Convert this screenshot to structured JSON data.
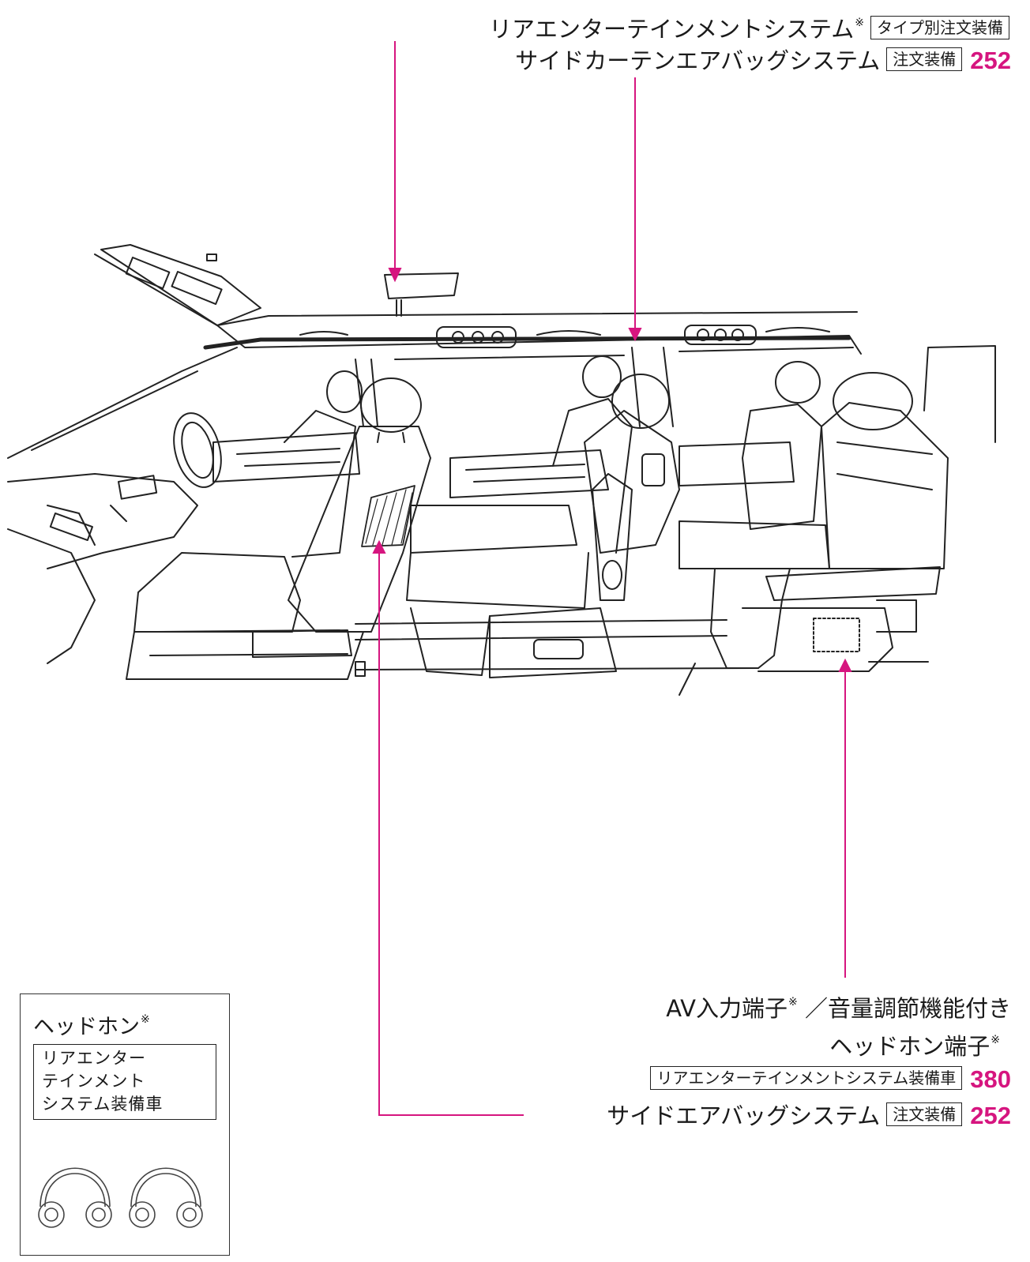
{
  "colors": {
    "accent": "#d6157f",
    "line": "#222222",
    "leader": "#d6157f"
  },
  "callouts": {
    "rear_entertainment": {
      "text": "リアエンターテインメントシステム",
      "mark": "※",
      "badge": "タイプ別注文装備"
    },
    "side_curtain_airbag": {
      "text": "サイドカーテンエアバッグシステム",
      "badge": "注文装備",
      "page": "252"
    },
    "av_input": {
      "line1": "AV入力端子",
      "mark1": "※",
      "line1b": "／音量調節機能付き",
      "line2": "ヘッドホン端子",
      "mark2": "※",
      "badge": "リアエンターテインメントシステム装備車",
      "page": "380"
    },
    "side_airbag": {
      "text": "サイドエアバッグシステム",
      "badge": "注文装備",
      "page": "252"
    }
  },
  "headphones": {
    "title": "ヘッドホン",
    "mark": "※",
    "badge_lines": [
      "リアエンター",
      "テインメント",
      "システム装備車"
    ],
    "icon": "headphones-icon"
  }
}
